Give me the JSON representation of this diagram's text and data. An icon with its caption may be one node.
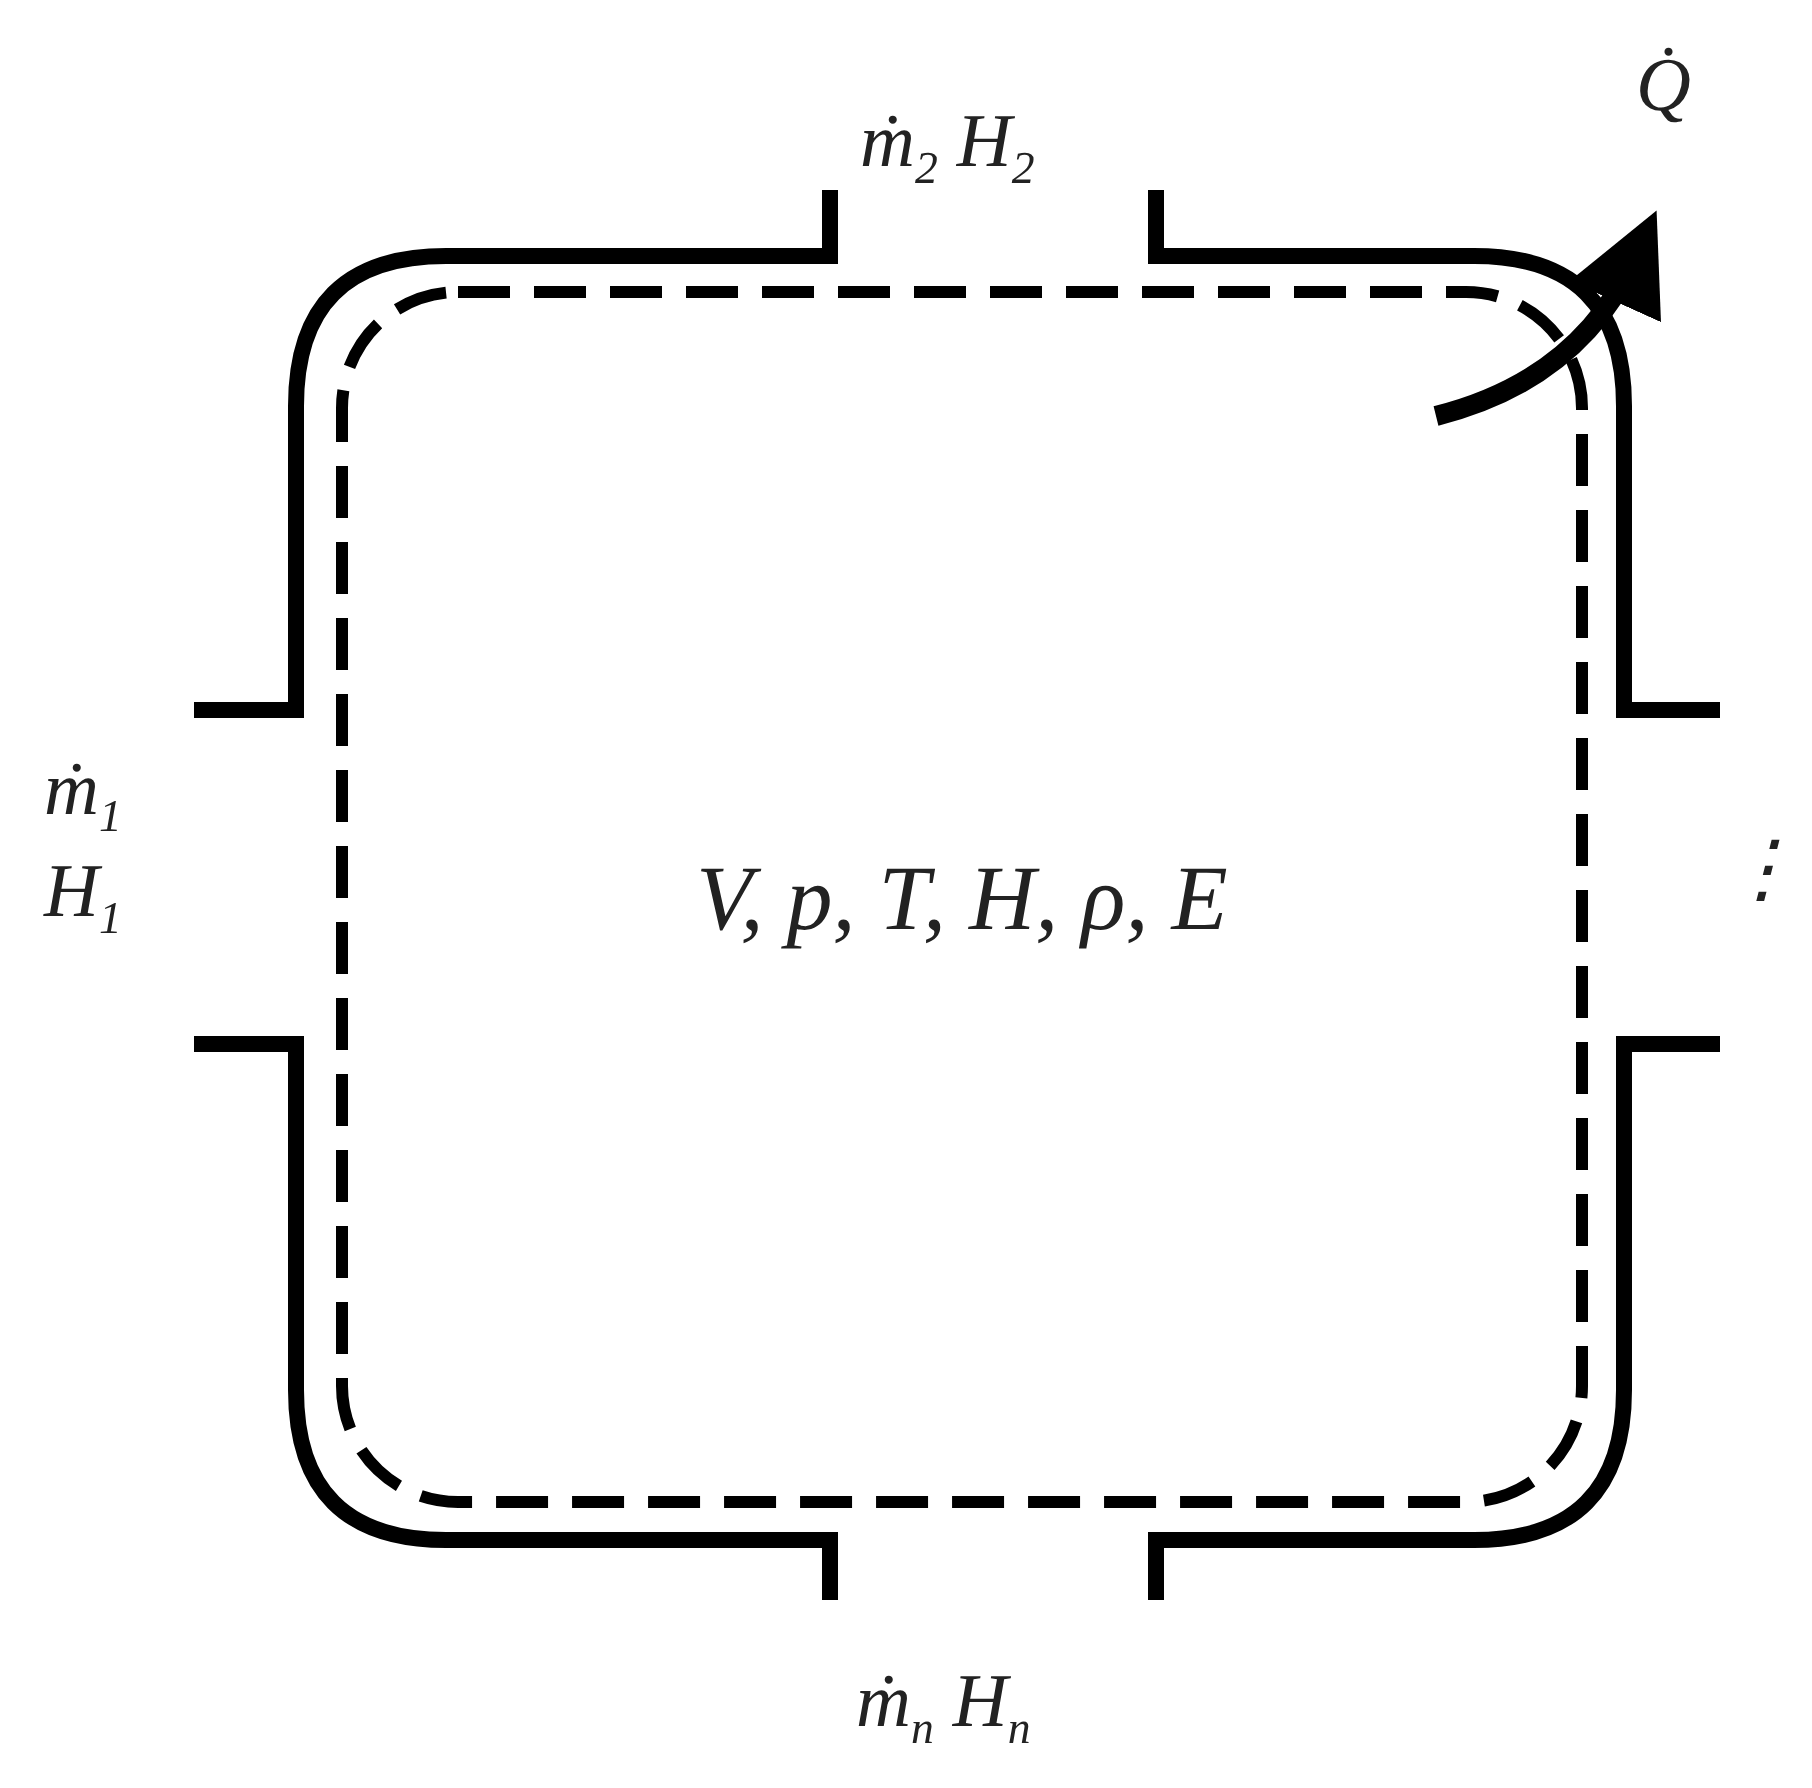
{
  "diagram": {
    "nodes": [
      {
        "text": [
          "V, p, T, H, ρ, E"
        ]
      }
    ],
    "edges": [],
    "labels": [
      "ṁ$_{2}$ H$_{2}$",
      "Q̇",
      "ṁ$_{1}$ H$_{1}$",
      "⋮",
      "ṁ$_{n}$ H$_{n}$"
    ]
  }
}
